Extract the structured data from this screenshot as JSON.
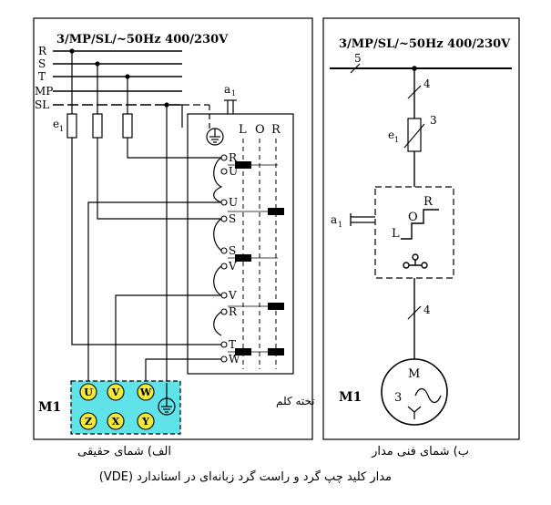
{
  "left": {
    "supply": "3/MP/SL/~50Hz 400/230V",
    "lines": [
      "R",
      "S",
      "T",
      "MP",
      "SL"
    ],
    "fuse_label": "e",
    "fuse_sub": "1",
    "switch_label": "a",
    "switch_sub": "1",
    "header": [
      "L",
      "O",
      "R"
    ],
    "contacts": [
      "R",
      "U",
      "U",
      "S",
      "S",
      "V",
      "V",
      "R",
      "T",
      "W"
    ],
    "motor": "M1",
    "terminals_top": [
      "U",
      "V",
      "W"
    ],
    "terminals_bottom": [
      "Z",
      "X",
      "Y"
    ],
    "board_caption": "تخته کلم",
    "caption": "الف) شمای حقیقی"
  },
  "right": {
    "supply": "3/MP/SL/~50Hz 400/230V",
    "bus_count": "5",
    "count_upper": "4",
    "fuse_number": "3",
    "fuse_label": "e",
    "fuse_sub": "1",
    "switch_label": "a",
    "switch_sub": "1",
    "positions": [
      "R",
      "O",
      "L"
    ],
    "count_lower": "4",
    "motor_label": "M",
    "motor_phases": "3",
    "motor_tag": "M1",
    "caption": "ب) شمای فنی مدار"
  },
  "footer": "مدار کلید چپ گرد و راست گرد زبانه‌ای در استاندارد (VDE)",
  "colors": {
    "terminal_box": "#5fe3e8",
    "terminal_fill": "#f2ea3a",
    "line": "#000000"
  }
}
